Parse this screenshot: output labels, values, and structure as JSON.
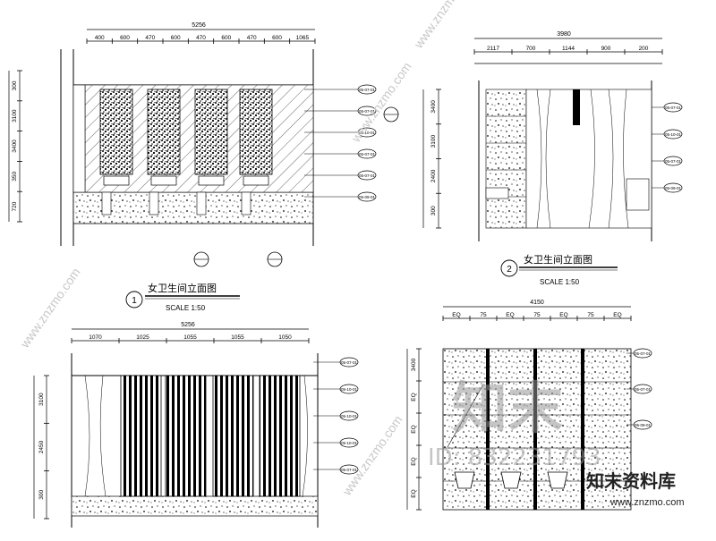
{
  "sheet": {
    "panels": [
      {
        "id": "p1",
        "number": "1",
        "title": "女卫生间立面图",
        "scale": "SCALE 1:50",
        "dims_top_total": "5256",
        "dims_top": [
          "400",
          "600",
          "470",
          "600",
          "470",
          "600",
          "470",
          "600",
          "1065"
        ],
        "dims_left": [
          "300",
          "3100",
          "3400",
          "350",
          "720"
        ],
        "tags": [
          "05-07-01",
          "05-07-01",
          "05-10-01",
          "05-07-01",
          "05-07-01",
          "05-09-01"
        ]
      },
      {
        "id": "p2",
        "number": "2",
        "title": "女卫生间立面图",
        "scale": "SCALE 1:50",
        "dims_top_total": "3980",
        "dims_top": [
          "2117",
          "700",
          "1144",
          "900",
          "200"
        ],
        "dims_left": [
          "3400",
          "3100",
          "2400",
          "300"
        ],
        "tags": [
          "05-07-01",
          "05-10-01",
          "05-07-01",
          "05-09-01"
        ]
      },
      {
        "id": "p3",
        "dims_top_total": "5256",
        "dims_top": [
          "1070",
          "1025",
          "1055",
          "1055",
          "1050"
        ],
        "dims_left": [
          "3100",
          "2450",
          "300"
        ],
        "tags": [
          "05-07-01",
          "05-10-01",
          "05-10-01",
          "05-10-01",
          "05-07-01"
        ]
      },
      {
        "id": "p4",
        "dims_top_total": "4150",
        "dims_top": [
          "EQ",
          "75",
          "EQ",
          "75",
          "EQ",
          "75",
          "EQ"
        ],
        "dims_left": [
          "3400",
          "EQ",
          "EQ",
          "EQ",
          "EQ"
        ],
        "tags": [
          "05-07-01",
          "05-07-01",
          "05-09-01"
        ]
      }
    ]
  },
  "watermark": {
    "big_text": "知末",
    "id_text": "ID: 832231793",
    "brand_cn": "知末资料库",
    "brand_url": "www.znzmo.com",
    "diag_text": "www.znzmo.com"
  }
}
